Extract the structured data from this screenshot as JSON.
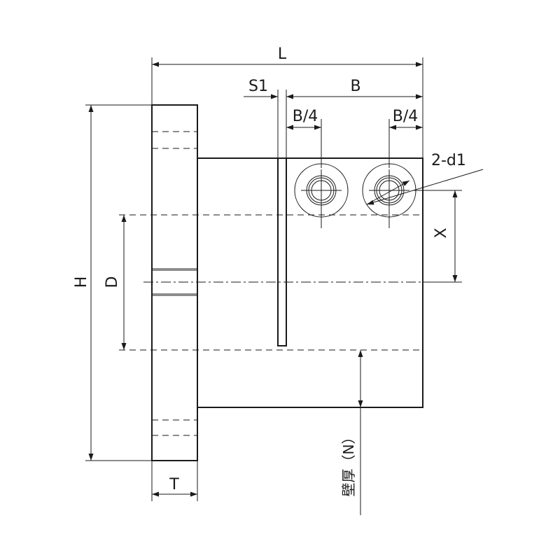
{
  "labels": {
    "L": "L",
    "S1": "S1",
    "B": "B",
    "B4_left": "B/4",
    "B4_right": "B/4",
    "d1": "2-d1",
    "X": "X",
    "H": "H",
    "D": "D",
    "T": "T",
    "wall": "壁厚（N）"
  }
}
